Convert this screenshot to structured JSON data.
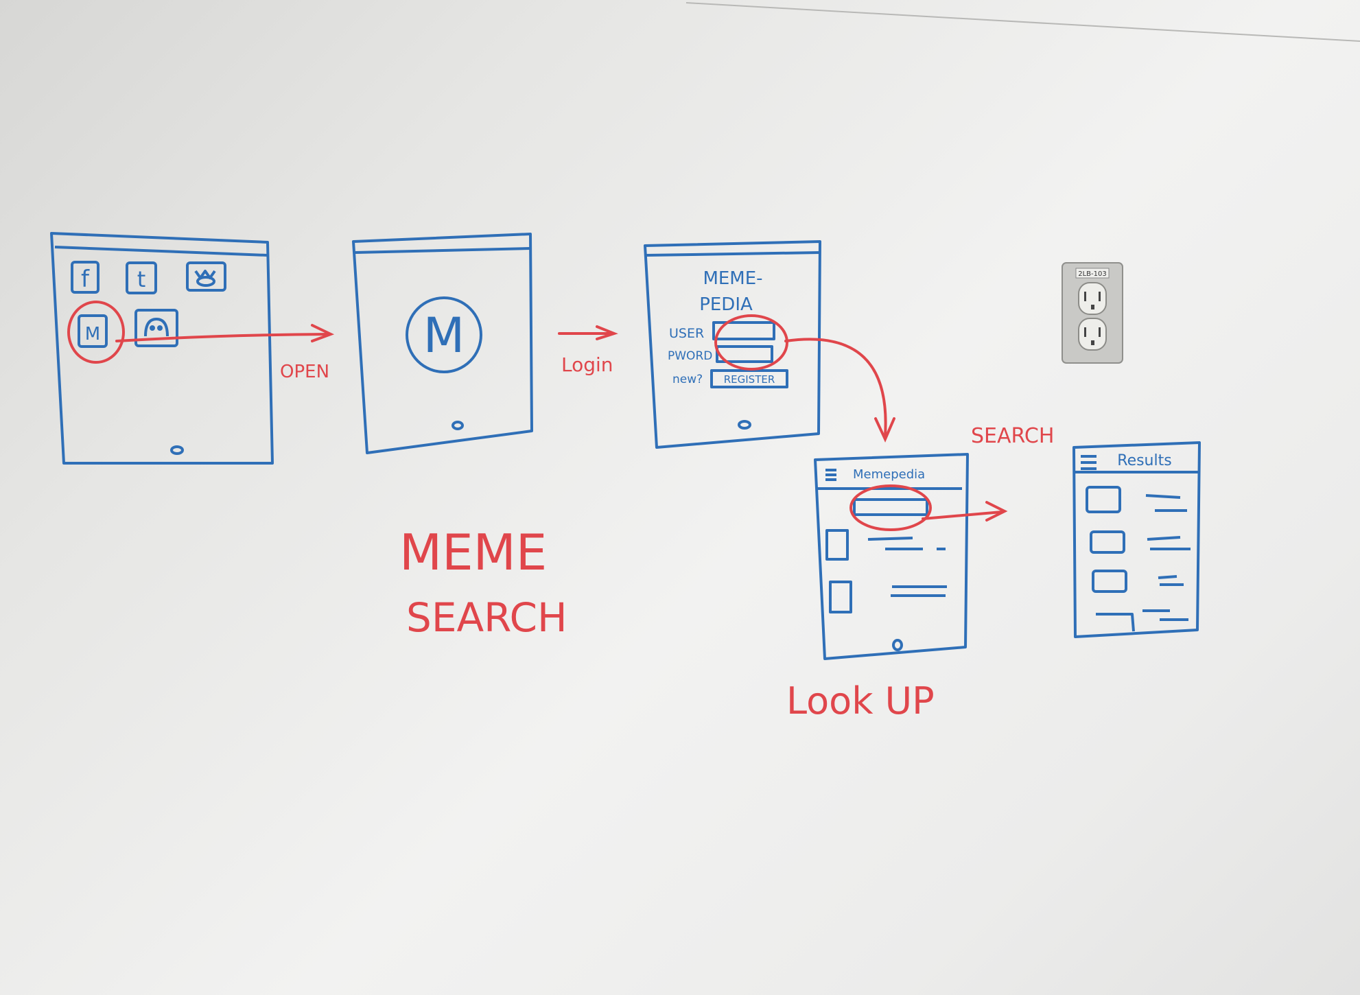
{
  "labels": {
    "open": "OPEN",
    "login": "Login",
    "search": "SEARCH",
    "look_up": "Look UP",
    "title_line1": "MEME",
    "title_line2": "SEARCH"
  },
  "screens": {
    "home": {
      "apps": [
        "f",
        "t",
        "M"
      ]
    },
    "splash": {
      "logo_letter": "M"
    },
    "login": {
      "title_line1": "MEME-",
      "title_line2": "PEDIA",
      "user_label": "USER",
      "pword_label": "PWORD",
      "new_label": "new?",
      "register_label": "REGISTER"
    },
    "search": {
      "header_title": "Memepedia"
    },
    "results": {
      "header_title": "Results"
    }
  },
  "outlet": {
    "plate_label": "2LB-103"
  },
  "colors": {
    "marker_blue": "#2f6fb7",
    "marker_red": "#e0464b"
  }
}
